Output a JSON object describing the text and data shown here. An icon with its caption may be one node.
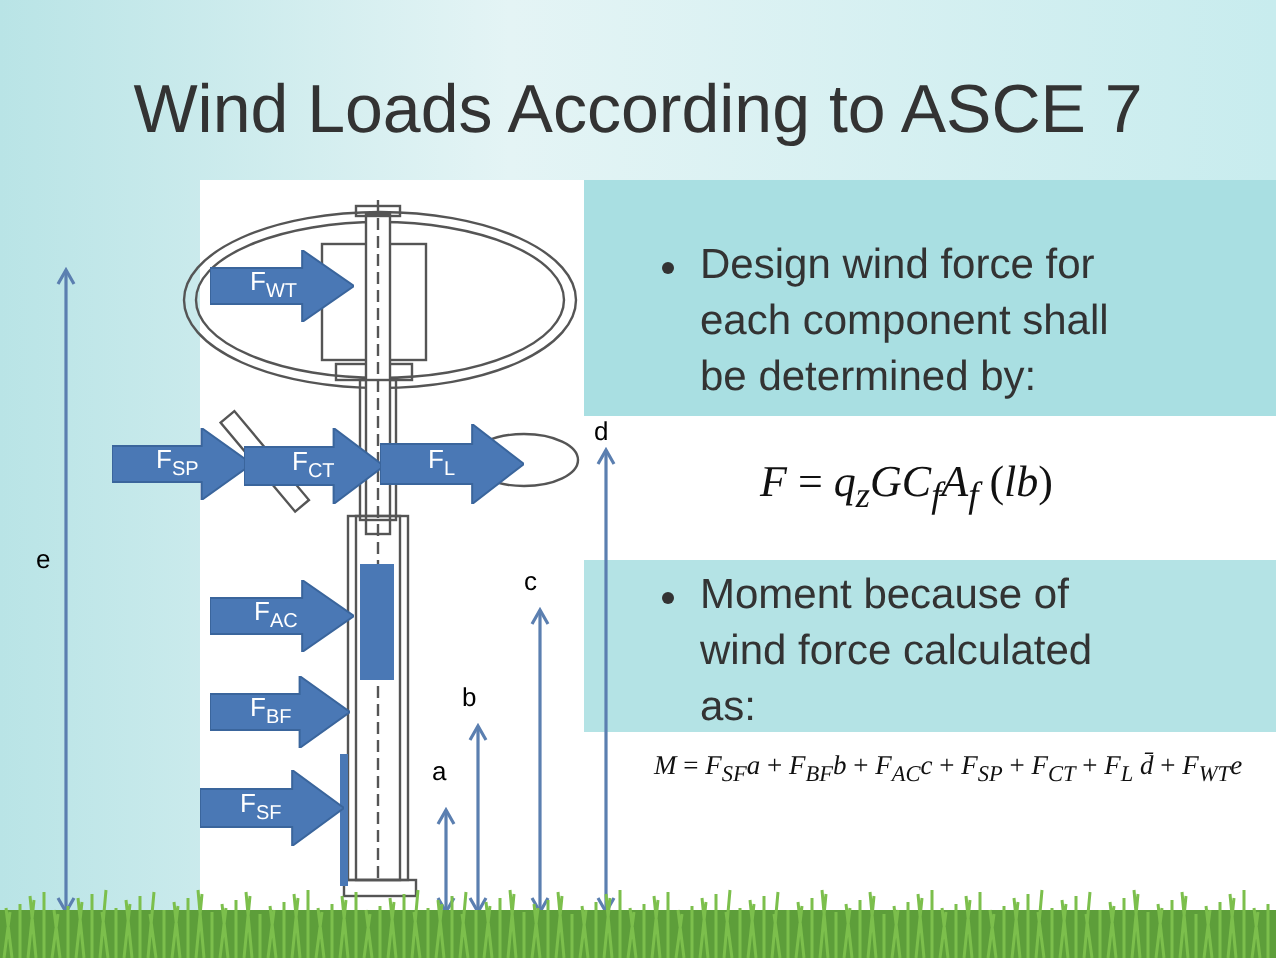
{
  "diagram": {
    "title": "Wind Loads According to ASCE 7",
    "nodes": [
      {
        "text": [
          "F$_{WT}$"
        ]
      },
      {
        "text": [
          "F$_{SP}$"
        ]
      },
      {
        "text": [
          "F$_{CT}$"
        ]
      },
      {
        "text": [
          "F$_{L}$"
        ]
      },
      {
        "text": [
          "F$_{AC}$"
        ]
      },
      {
        "text": [
          "F$_{BF}$"
        ]
      },
      {
        "text": [
          "F$_{SF}$"
        ]
      }
    ],
    "edges": [],
    "labels": [
      "e",
      "d",
      "c",
      "b",
      "a",
      "Design wind force for each component shall be determined by:",
      "*F* = *q$_{z}$GC$_{f}$A$_{f}$* (*lb*)",
      "Moment because of wind force calculated as:",
      "*M* = *F$_{SF}$a* + *F$_{BF}$b* + *F$_{AC}$c* + *F$_{SP}$* + *F$_{CT}$* + *F$_{L}$ d̄* + *F$_{WT}$e*"
    ]
  }
}
